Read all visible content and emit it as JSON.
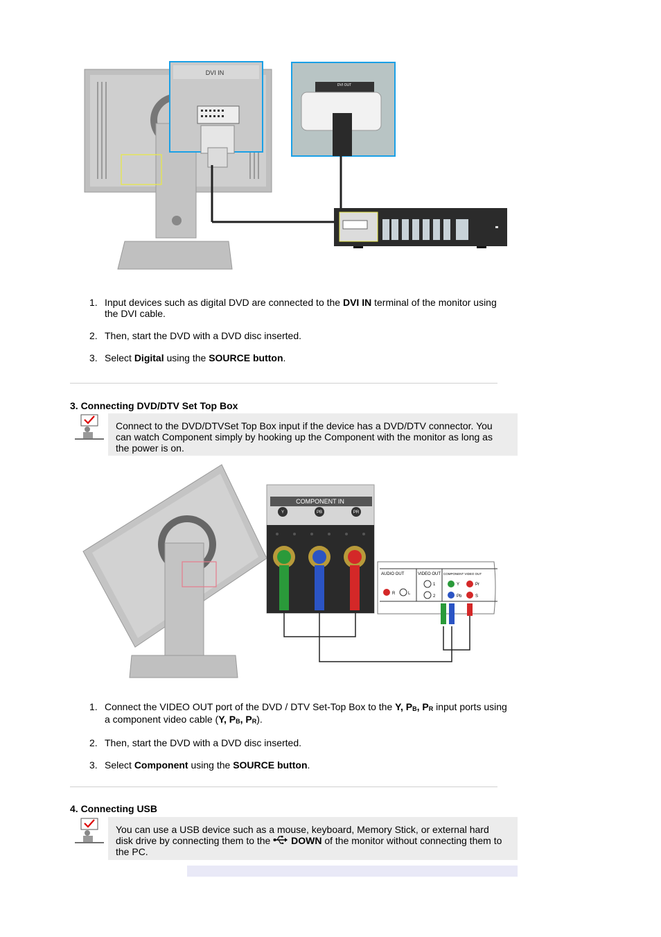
{
  "diagram1": {
    "dvi_in_label": "DVI IN",
    "dvi_out_label": "DVI OUT"
  },
  "section_dvi": {
    "steps": [
      {
        "num": "1.",
        "pre": "Input devices such as digital DVD are connected to the ",
        "bold": "DVI IN",
        "post": " terminal of the monitor using the DVI cable."
      },
      {
        "num": "2.",
        "text": "Then, start the DVD with a DVD disc inserted."
      },
      {
        "num": "3.",
        "pre": "Select ",
        "bold1": "Digital",
        "mid": " using the ",
        "bold2": "SOURCE button",
        "post": "."
      }
    ]
  },
  "section3": {
    "heading": "3. Connecting DVD/DTV Set Top Box",
    "note": "Connect to the DVD/DTVSet Top Box input if the device has a DVD/DTV connector. You can watch Component simply by hooking up the Component with the monitor as long as the power is on.",
    "diagram": {
      "component_in": "COMPONENT IN",
      "y": "Y",
      "pb": "PB",
      "pr": "PR",
      "audio_out": "AUDIO OUT",
      "video_out": "VIDEO OUT",
      "component_video_out": "COMPONENT VIDEO OUT",
      "r": "R",
      "l": "L",
      "one": "1",
      "two": "2",
      "y_label": "Y",
      "pb_label": "Pb",
      "pr_label": "Pr",
      "s_label": "S"
    },
    "steps": [
      {
        "num": "1.",
        "pre": "Connect the VIDEO OUT port of the DVD / DTV Set-Top Box to the ",
        "ports_y": "Y, P",
        "sub_b": "B",
        "comma": ", P",
        "sub_r": "R",
        "post": " input ports using a component video cable ("
      },
      {
        "num": "2.",
        "text": "Then, start the DVD with a DVD disc inserted."
      },
      {
        "num": "3.",
        "pre": "Select ",
        "bold1": "Component",
        "mid": " using the ",
        "bold2": "SOURCE button",
        "post": "."
      }
    ]
  },
  "section4": {
    "heading": "4. Connecting USB",
    "note_pre": "You can use a USB device such as a mouse, keyboard, Memory Stick, or external hard disk drive by connecting them to the ",
    "note_bold": "DOWN",
    "note_post": " of the monitor without connecting them to the PC."
  },
  "colors": {
    "note_bg": "#ececec",
    "rule": "#d0d0d0",
    "highlight_blue": "#1aa0e6"
  }
}
